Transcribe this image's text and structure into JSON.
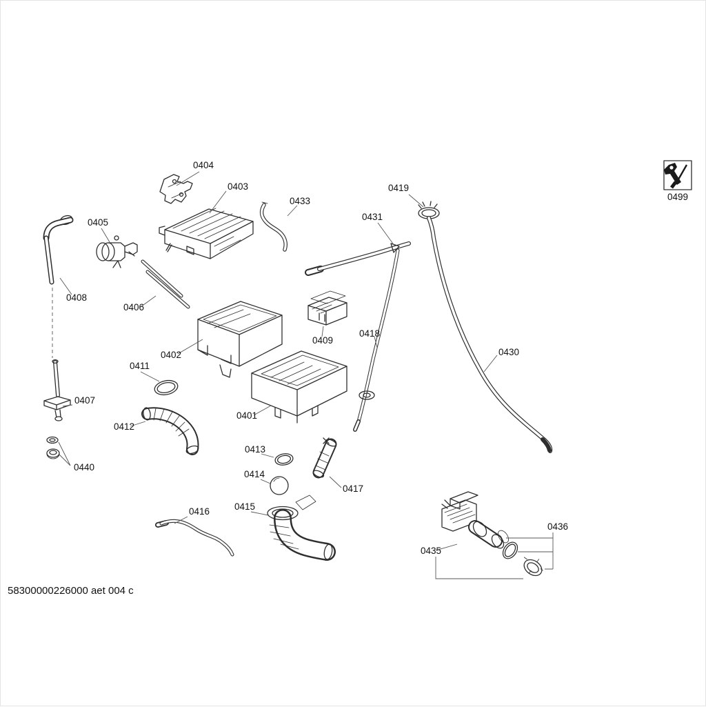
{
  "document": {
    "type": "exploded-parts-diagram",
    "footer_code": "58300000226000 aet 004 c"
  },
  "colors": {
    "background": "#ffffff",
    "line_art": "#2e2e2e",
    "label_text": "#111111"
  },
  "service": {
    "label": "0499",
    "icon": "wrench-screwdriver-icon"
  },
  "part_labels": {
    "0401": "0401",
    "0402": "0402",
    "0403": "0403",
    "0404": "0404",
    "0405": "0405",
    "0406": "0406",
    "0407": "0407",
    "0408": "0408",
    "0409": "0409",
    "0411": "0411",
    "0412": "0412",
    "0413": "0413",
    "0414": "0414",
    "0415": "0415",
    "0416": "0416",
    "0417": "0417",
    "0418": "0418",
    "0419": "0419",
    "0430": "0430",
    "0431": "0431",
    "0433": "0433",
    "0435": "0435",
    "0436": "0436",
    "0440": "0440"
  }
}
